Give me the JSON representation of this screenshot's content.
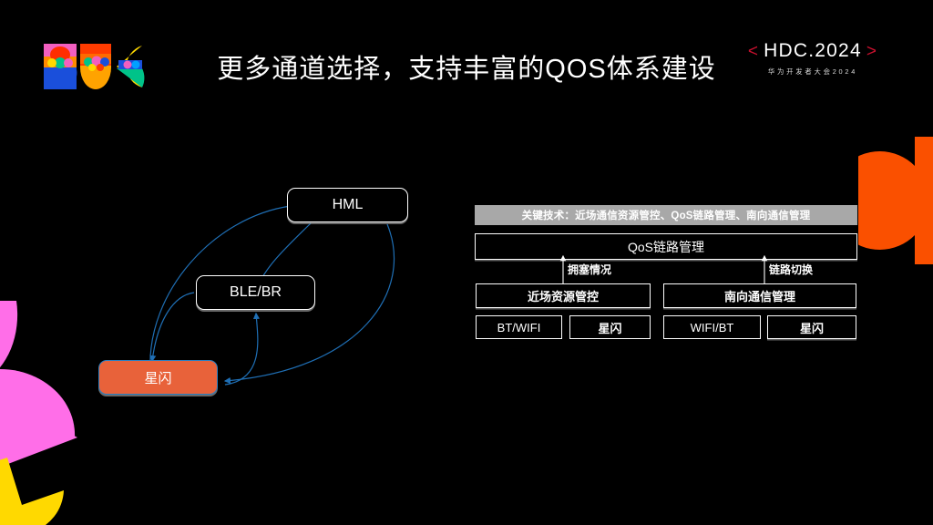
{
  "slide": {
    "background_color": "#000000",
    "title": "更多通道选择，支持丰富的QOS体系建设"
  },
  "brand": {
    "logo_name": "hdc-logo-mark",
    "conference_name": "HDC.2024",
    "chevron_left": "<",
    "chevron_right": ">",
    "subtitle": "华为开发者大会2024",
    "accent_color": "#c8102e"
  },
  "decorations": [
    {
      "name": "orange-c-shape-right",
      "color": "#fa5000"
    },
    {
      "name": "pink-petal-bottom-left",
      "color": "#ff6ee8"
    },
    {
      "name": "yellow-wedge-bottom-left",
      "color": "#ffd900"
    }
  ],
  "left_topology": {
    "name": "channel-topology",
    "nodes": [
      {
        "id": "hml",
        "label": "HML",
        "fill": "#000000",
        "border": "#ffffff",
        "text": "#ffffff"
      },
      {
        "id": "ble-br",
        "label": "BLE/BR",
        "fill": "#000000",
        "border": "#ffffff",
        "text": "#ffffff"
      },
      {
        "id": "nearlink",
        "label": "星闪",
        "fill": "#e8623a",
        "border": "#2a7fc1",
        "text": "#ffffff"
      }
    ],
    "edge_color": "#1f6fb5",
    "edges": [
      {
        "from": "hml",
        "to": "nearlink"
      },
      {
        "from": "hml",
        "to": "ble-br"
      },
      {
        "from": "ble-br",
        "to": "nearlink"
      },
      {
        "from": "hml",
        "to": "nearlink",
        "variant": "outer-right"
      },
      {
        "from": "ble-br",
        "to": "nearlink",
        "variant": "lower"
      }
    ]
  },
  "right_architecture": {
    "banner": "关键技术：近场通信资源管控、QoS链路管理、南向通信管理",
    "banner_background": "#a8a8a8",
    "top_box": "QoS链路管理",
    "arrows": [
      {
        "name": "congestion-arrow",
        "label": "拥塞情况",
        "direction": "up"
      },
      {
        "name": "link-switch-arrow",
        "label": "链路切换",
        "direction": "up"
      }
    ],
    "mid_boxes": [
      {
        "id": "near-field",
        "label": "近场资源管控"
      },
      {
        "id": "southbound",
        "label": "南向通信管理"
      }
    ],
    "leaf_boxes": [
      {
        "id": "bt-wifi",
        "label": "BT/WIFI"
      },
      {
        "id": "nearlink-1",
        "label": "星闪"
      },
      {
        "id": "wifi-bt",
        "label": "WIFI/BT"
      },
      {
        "id": "nearlink-2",
        "label": "星闪"
      }
    ]
  }
}
